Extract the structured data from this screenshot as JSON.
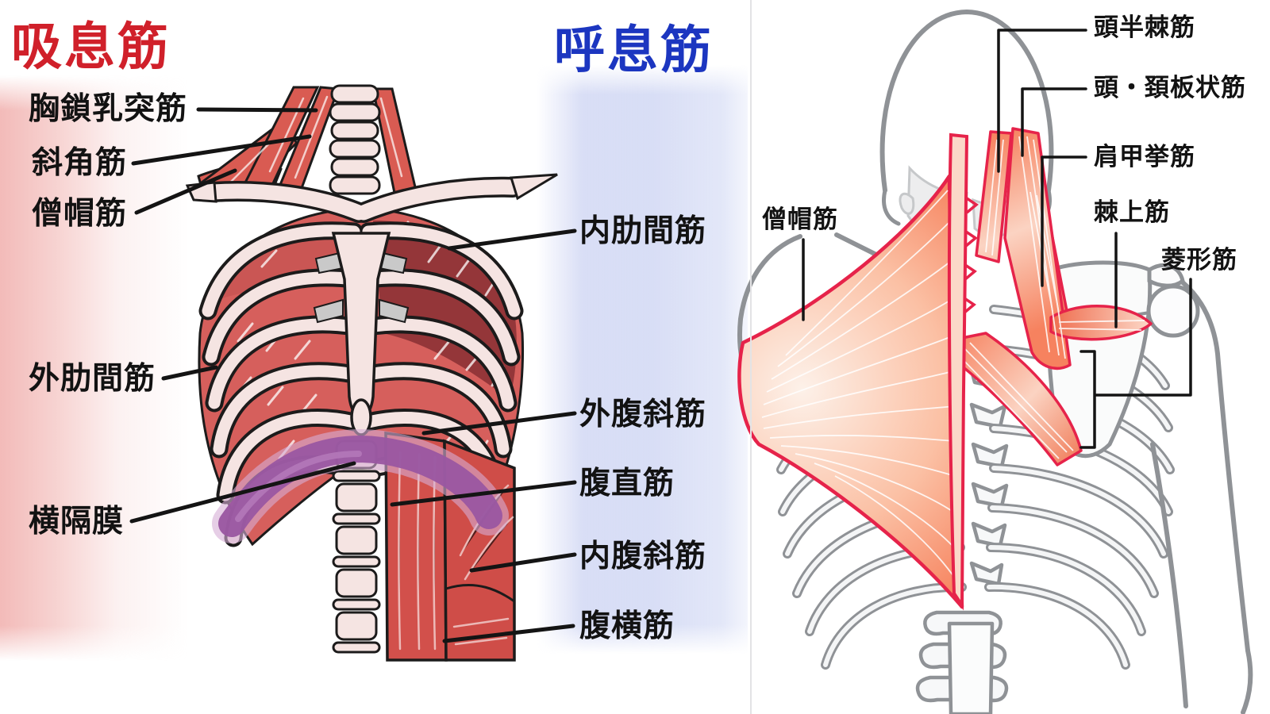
{
  "page": {
    "kind": "anatomy-diagram",
    "language": "ja",
    "colors": {
      "inspiratory_title": "#d0202a",
      "expiratory_title": "#1c36c0",
      "label_text": "#121212",
      "muscle_red_front": "#d65f5c",
      "muscle_red_dark": "#8e3336",
      "bone_cream": "#f5e4e2",
      "outline_black": "#1c1b1b",
      "diaphragm_purple": "#9a57a1",
      "back_muscle_outline": "#e6234a",
      "back_muscle_fill": "#f8916c",
      "skeleton_gray": "#8f9296",
      "pink_band": "#f2b7b5",
      "blue_band": "#d6dcf3"
    }
  },
  "left_panel": {
    "title_inspiratory": {
      "text": "吸息筋",
      "color": "#d0202a"
    },
    "title_expiratory": {
      "text": "呼息筋",
      "color": "#1c36c0"
    },
    "labels_left": [
      {
        "id": "sternocleidomastoid",
        "text": "胸鎖乳突筋"
      },
      {
        "id": "scalene",
        "text": "斜角筋"
      },
      {
        "id": "trapezius-front",
        "text": "僧帽筋"
      },
      {
        "id": "external-intercostal",
        "text": "外肋間筋"
      },
      {
        "id": "diaphragm",
        "text": "横隔膜"
      }
    ],
    "labels_right": [
      {
        "id": "internal-intercostal",
        "text": "内肋間筋"
      },
      {
        "id": "external-oblique",
        "text": "外腹斜筋"
      },
      {
        "id": "rectus-abdominis",
        "text": "腹直筋"
      },
      {
        "id": "internal-oblique",
        "text": "内腹斜筋"
      },
      {
        "id": "transversus-abdominis",
        "text": "腹横筋"
      }
    ]
  },
  "right_panel": {
    "labels": [
      {
        "id": "semispinalis-capitis",
        "text": "頭半棘筋"
      },
      {
        "id": "splenius",
        "text": "頭・頚板状筋"
      },
      {
        "id": "levator-scapulae",
        "text": "肩甲挙筋"
      },
      {
        "id": "supraspinatus",
        "text": "棘上筋"
      },
      {
        "id": "rhomboid",
        "text": "菱形筋"
      },
      {
        "id": "trapezius-back",
        "text": "僧帽筋"
      }
    ]
  }
}
